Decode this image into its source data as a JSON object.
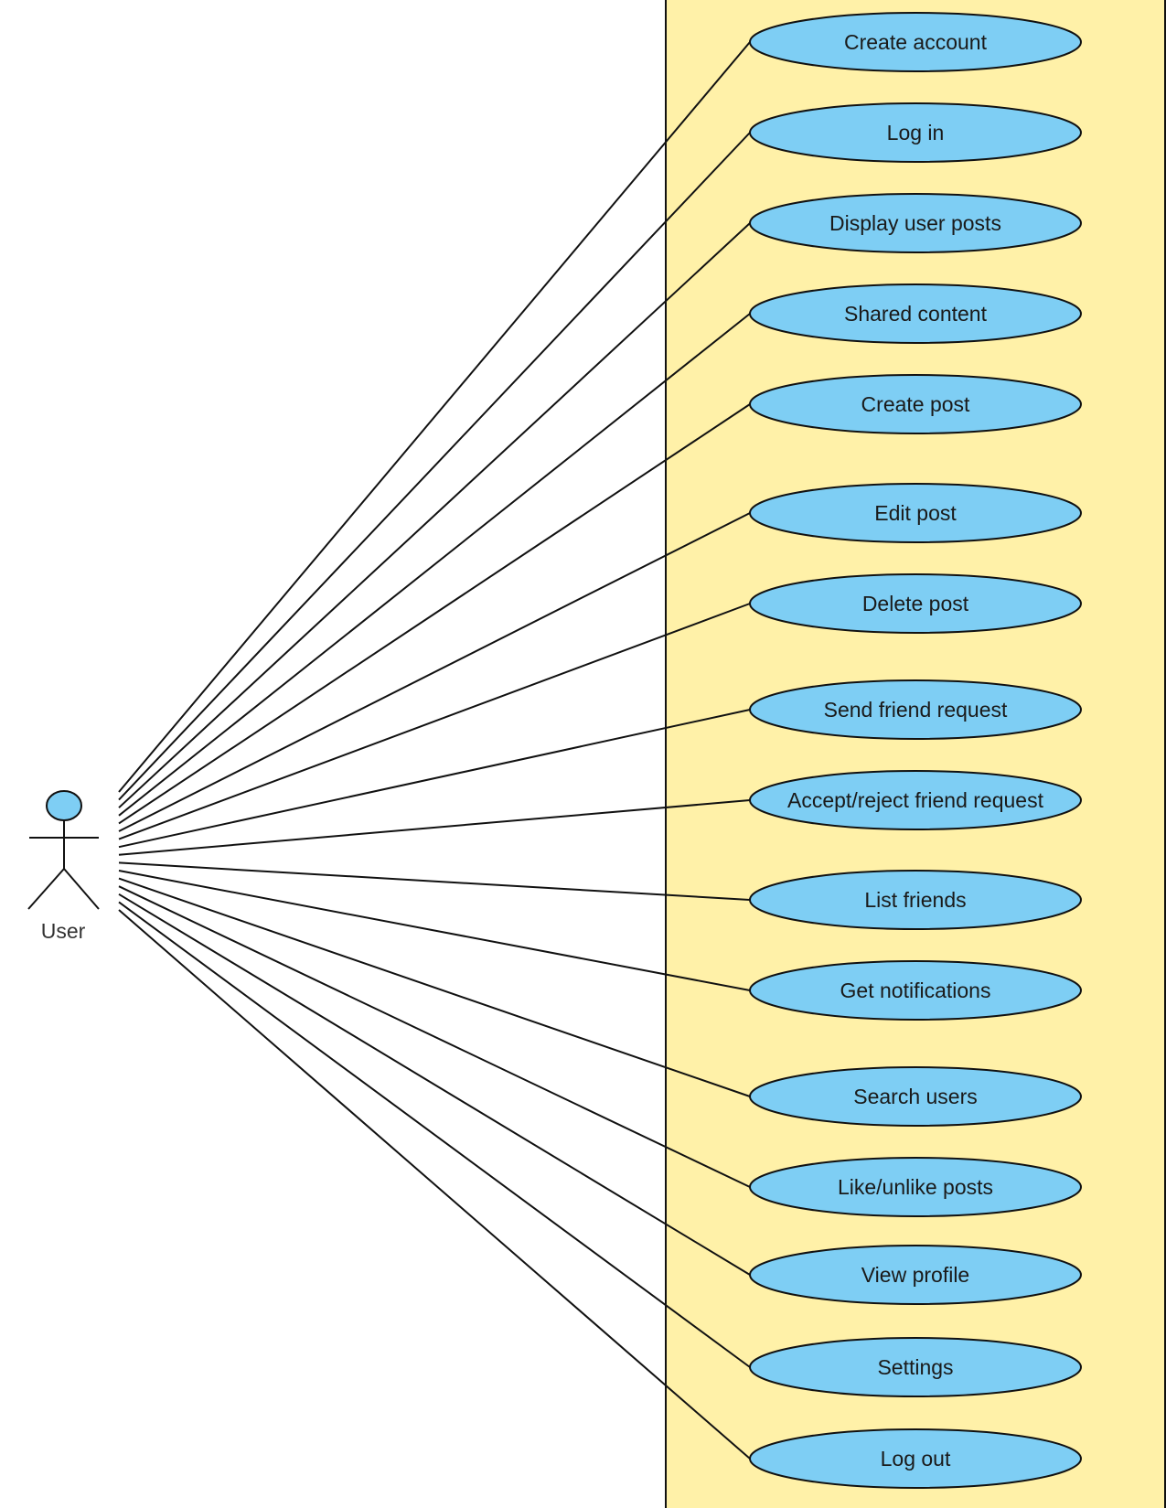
{
  "actor": {
    "label": "User"
  },
  "colors": {
    "system_fill": "#fff1a8",
    "usecase_fill": "#7ecef4",
    "stroke": "#111111",
    "actor_fill": "#7ecef4"
  },
  "use_cases": [
    {
      "label": "Create account"
    },
    {
      "label": "Log in"
    },
    {
      "label": "Display user posts"
    },
    {
      "label": "Shared content"
    },
    {
      "label": "Create post"
    },
    {
      "label": "Edit post"
    },
    {
      "label": "Delete post"
    },
    {
      "label": "Send friend request"
    },
    {
      "label": "Accept/reject friend request"
    },
    {
      "label": "List friends"
    },
    {
      "label": "Get notifications"
    },
    {
      "label": "Search users"
    },
    {
      "label": "Like/unlike posts"
    },
    {
      "label": "View profile"
    },
    {
      "label": "Settings"
    },
    {
      "label": "Log out"
    }
  ]
}
